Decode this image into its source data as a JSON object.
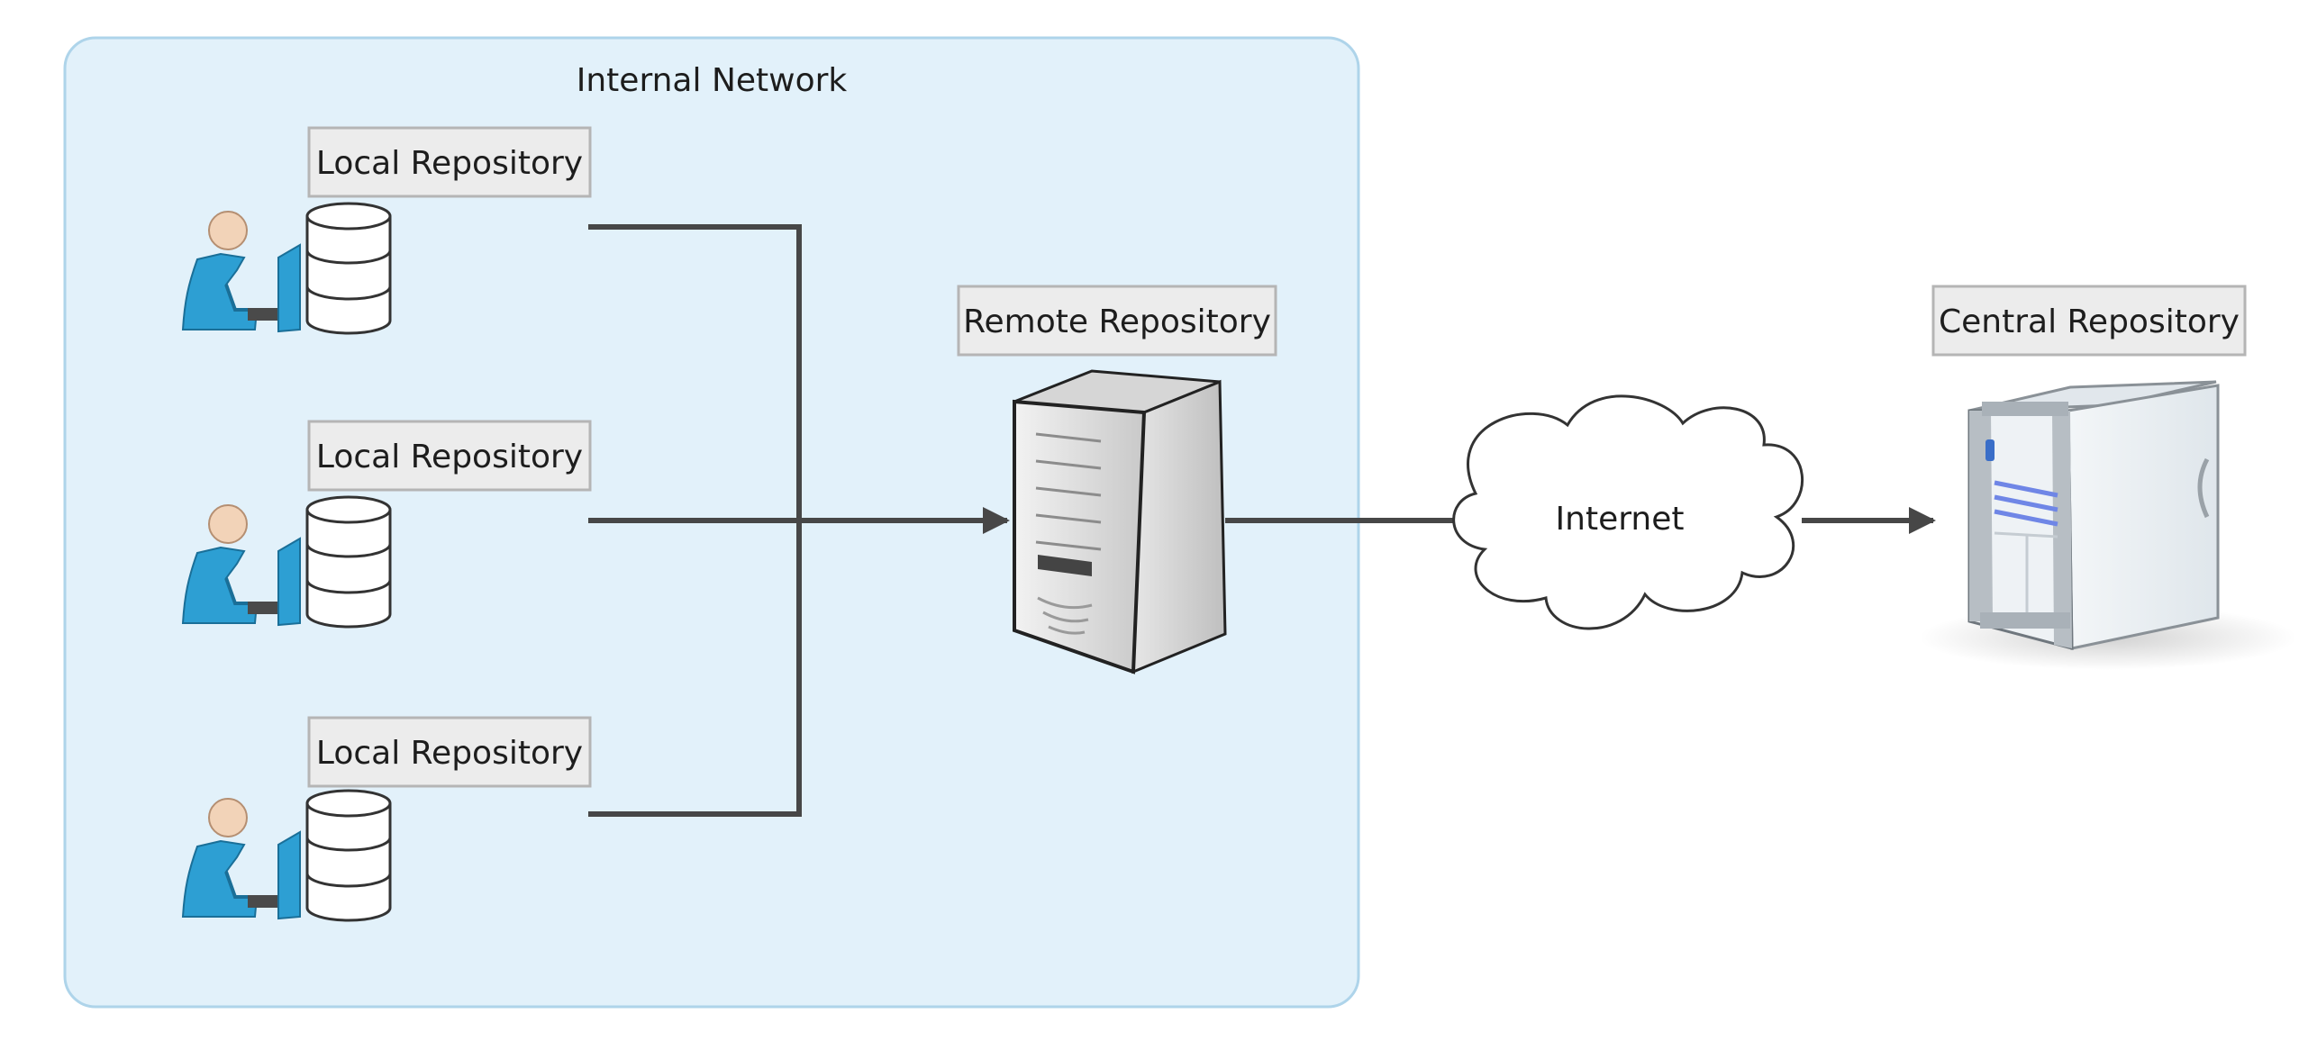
{
  "network": {
    "title": "Internal Network"
  },
  "local_repositories": [
    {
      "label": "Local Repository"
    },
    {
      "label": "Local Repository"
    },
    {
      "label": "Local Repository"
    }
  ],
  "remote": {
    "label": "Remote Repository"
  },
  "cloud": {
    "label": "Internet"
  },
  "central": {
    "label": "Central Repository"
  },
  "colors": {
    "network_fill": "#e2f1fa",
    "network_border": "#aed4ea",
    "connector": "#474747",
    "user_accent": "#2d9fd3",
    "label_fill": "#ececec",
    "label_border": "#b5b5b5"
  }
}
